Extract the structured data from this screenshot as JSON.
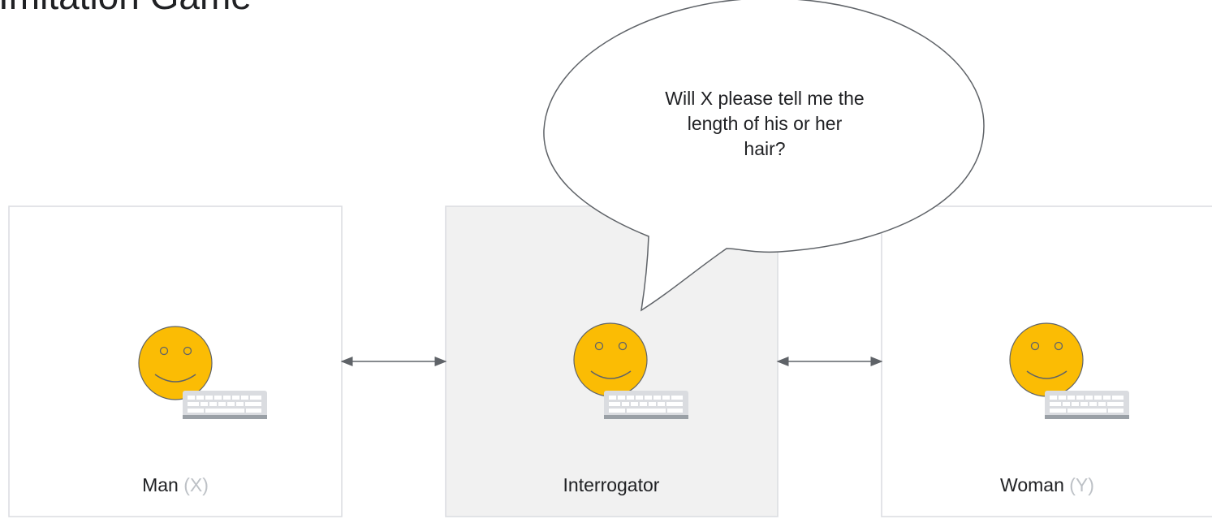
{
  "title": "Imitation Game",
  "speech_bubble": {
    "lines": [
      "Will X please tell me the",
      "length of his or her",
      "hair?"
    ]
  },
  "participants": [
    {
      "name": "Man",
      "role": "(X)",
      "icon": "smiley-face-icon",
      "device": "keyboard-icon"
    },
    {
      "name": "Interrogator",
      "role": "",
      "icon": "smiley-face-icon",
      "device": "keyboard-icon"
    },
    {
      "name": "Woman",
      "role": "(Y)",
      "icon": "smiley-face-icon",
      "device": "keyboard-icon"
    }
  ],
  "colors": {
    "face": "#fbbc04",
    "face_outline": "#5f6368",
    "center_room": "#f1f1f1",
    "room_border": "#dadce0",
    "role_label": "#bdc1c6",
    "arrow": "#5f6368",
    "keyboard": "#dadce0"
  }
}
